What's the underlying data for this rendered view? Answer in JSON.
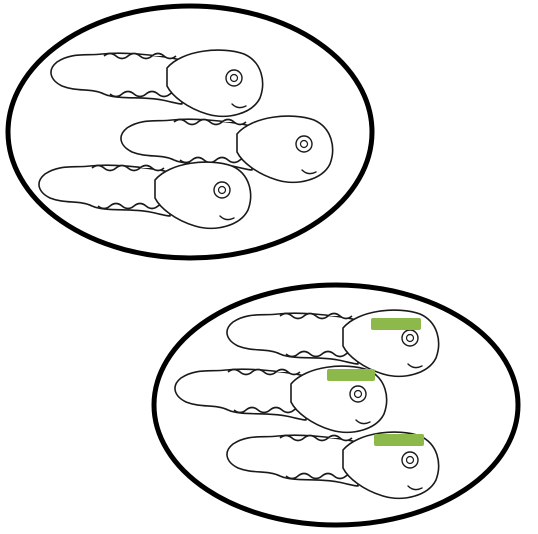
{
  "colors": {
    "outline": "#000000",
    "marker": "#8db94a",
    "background": "#ffffff"
  },
  "groups": [
    {
      "name": "unmarked-group",
      "tadpole_count": 3,
      "marked_count": 0
    },
    {
      "name": "marked-group",
      "tadpole_count": 3,
      "marked_count": 3
    }
  ]
}
